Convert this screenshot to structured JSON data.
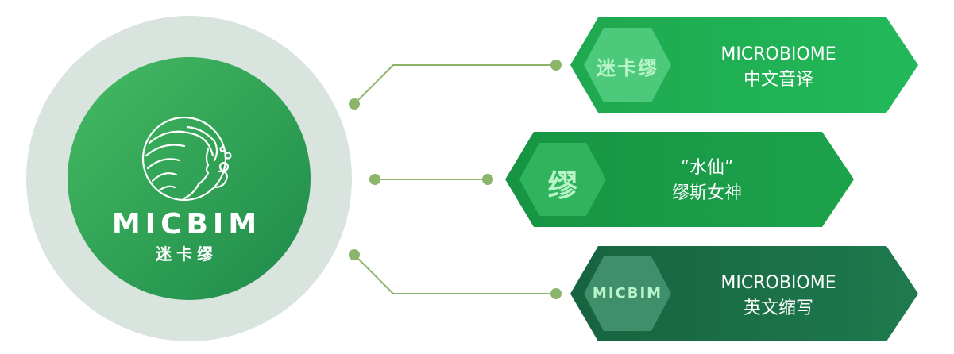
{
  "logo": {
    "brand_en": "MICBIM",
    "brand_cn": "迷卡缪",
    "icon": "goddess-head-icon"
  },
  "items": [
    {
      "badge": "迷卡缪",
      "line1": "MICROBIOME",
      "line2": "中文音译",
      "color": "#1fb254"
    },
    {
      "badge": "缪",
      "line1": "“水仙”",
      "line2": "缪斯女神",
      "color": "#1aa24a"
    },
    {
      "badge": "MICBIM",
      "line1": "MICROBIOME",
      "line2": "英文缩写",
      "color": "#1c6f47"
    }
  ],
  "colors": {
    "outer_ring": "#d8e4dd",
    "connector": "#8ab56a",
    "badge_text": "#b9f5c8"
  }
}
